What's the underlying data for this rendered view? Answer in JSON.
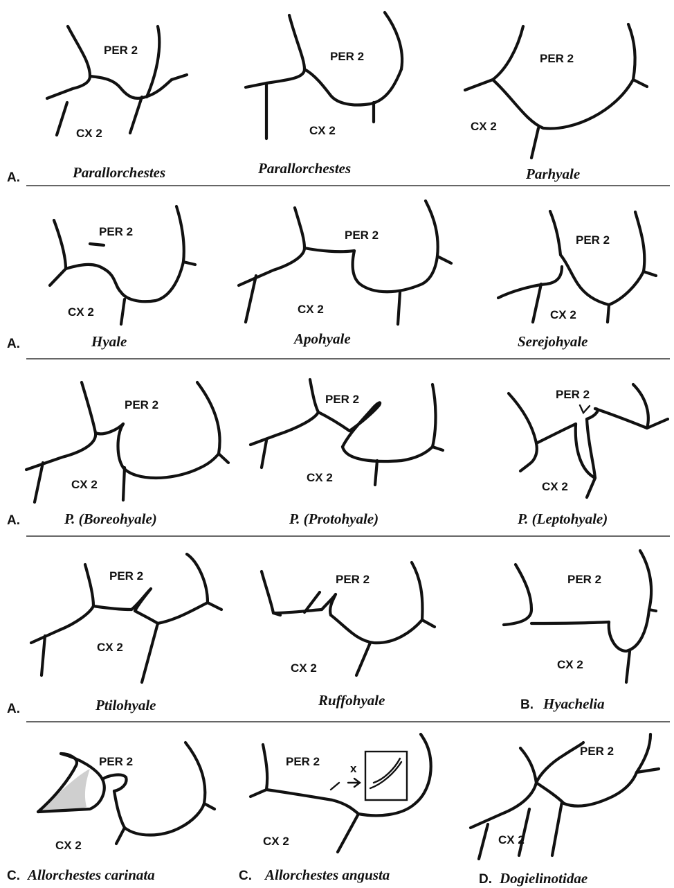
{
  "labels": {
    "per": "PER 2",
    "cx": "CX 2",
    "x_mark": "x"
  },
  "groups": {
    "a": "A.",
    "b": "B.",
    "c": "C.",
    "d": "D."
  },
  "taxa": {
    "r1c1": "Parallorchestes",
    "r1c2": "Parallorchestes",
    "r1c3": "Parhyale",
    "r2c1": "Hyale",
    "r2c2": "Apohyale",
    "r2c3": "Serejohyale",
    "r3c1": "P. (Boreohyale)",
    "r3c2": "P. (Protohyale)",
    "r3c3": "P. (Leptohyale)",
    "r4c1": "Ptilohyale",
    "r4c2": "Ruffohyale",
    "r4c3": "Hyachelia",
    "r5c1": "Allorchestes carinata",
    "r5c2": "Allorchestes angusta",
    "r5c3": "Dogielinotidae"
  }
}
